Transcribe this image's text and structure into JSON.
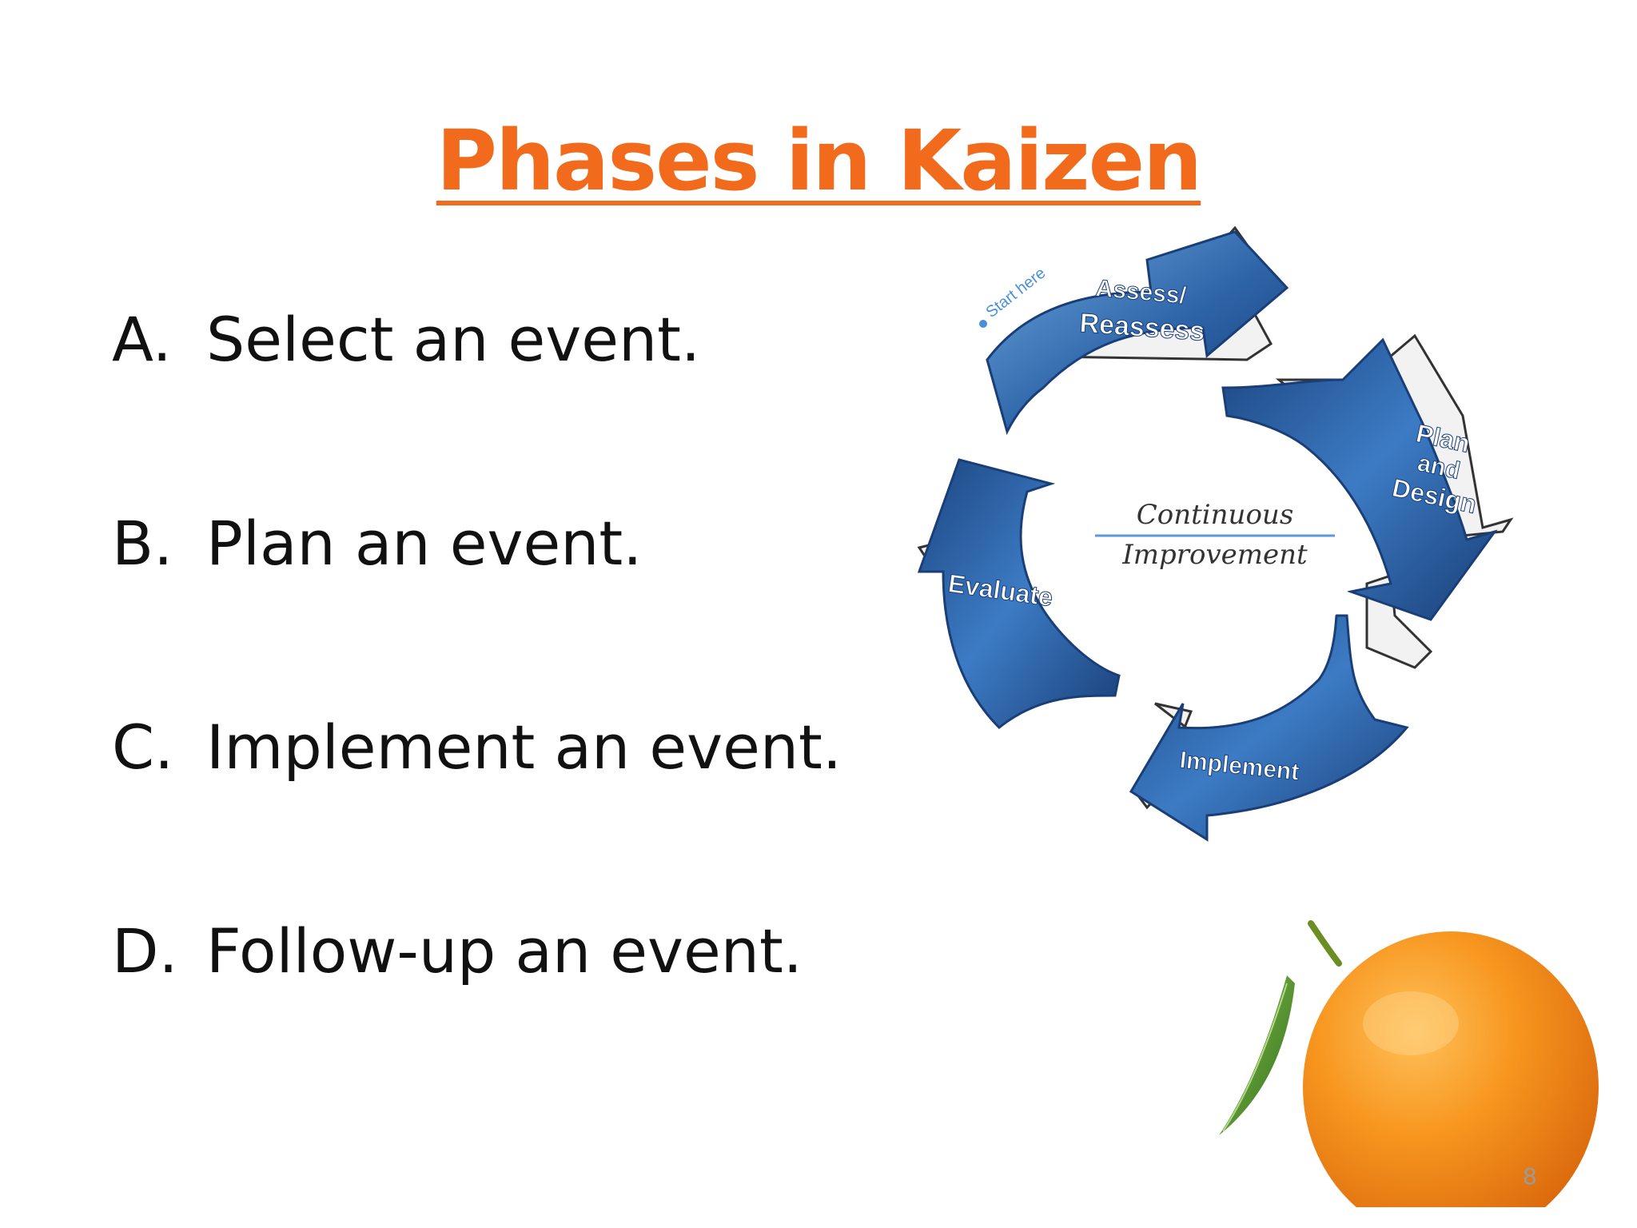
{
  "slide": {
    "title": "Phases in Kaizen",
    "items": [
      {
        "marker": "A.",
        "text": "Select an event."
      },
      {
        "marker": "B.",
        "text": "Plan an event."
      },
      {
        "marker": "C.",
        "text": "Implement an event."
      },
      {
        "marker": "D.",
        "text": "Follow-up an event."
      }
    ],
    "page_number": "8"
  },
  "diagram": {
    "start_label": "Start here",
    "center_top": "Continuous",
    "center_bottom": "Improvement",
    "phases": {
      "assess_line1": "Assess/",
      "assess_line2": "Reassess",
      "plan_line1": "Plan",
      "plan_line2": "and",
      "plan_line3": "Design",
      "implement": "Implement",
      "evaluate": "Evaluate"
    }
  },
  "colors": {
    "title": "#f26b1d",
    "arrow_dark": "#1a3f78",
    "arrow_light": "#5b9ad6",
    "orange": "#f5901e"
  }
}
